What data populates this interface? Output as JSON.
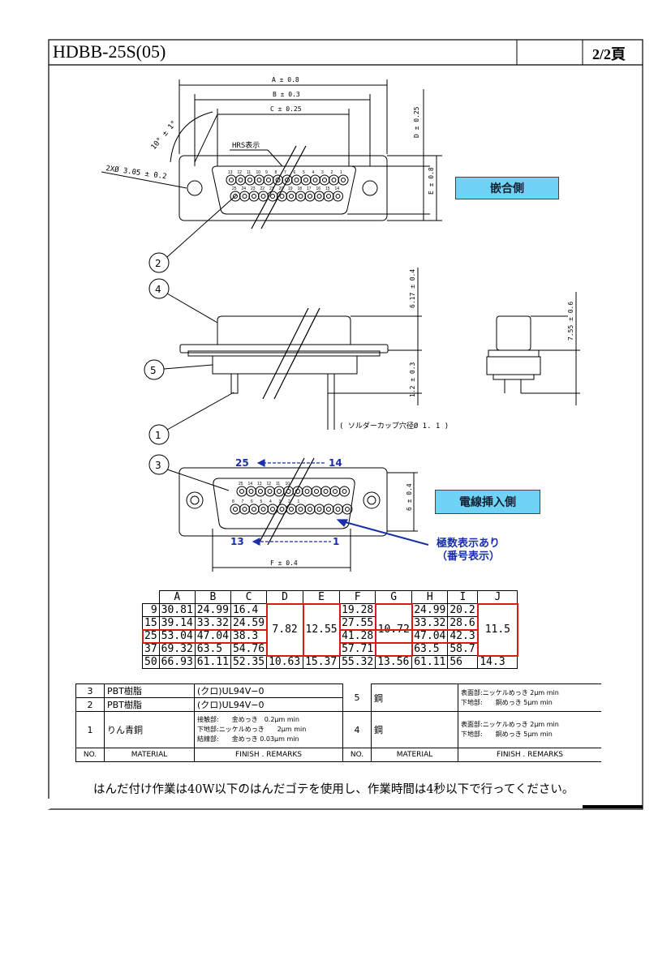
{
  "title": {
    "part_no": "HDBB-25S(05)",
    "page": "2/2頁"
  },
  "drawing": {
    "dim_a": "A ± 0.8",
    "dim_b": "B ± 0.3",
    "dim_c": "C ± 0.25",
    "dim_d": "D ± 0.25",
    "dim_e": "E ± 0.8",
    "dim_f": "F ± 0.4",
    "angle": "10° ± 1°",
    "hole": "2XØ 3.05 ± 0.2",
    "hrs_mark": "HRS表示",
    "height1": "6.17 ± 0.4",
    "height2": "7.55 ± 0.6",
    "height3": "1.2 ± 0.3",
    "depth": "6 ± 0.4",
    "solder_cup": "( ソルダーカップ穴径Ø 1. 1 )",
    "mating_side": "嵌合側",
    "wire_side": "電線挿入側",
    "polarity_note_1": "極数表示あり",
    "polarity_note_2": "（番号表示）",
    "pin_top_left": "25",
    "pin_top_right": "14",
    "pin_bottom_left": "13",
    "pin_bottom_right": "1",
    "callouts": [
      "1",
      "2",
      "3",
      "4",
      "5"
    ],
    "pin_numbers_front_top": [
      "13",
      "12",
      "11",
      "10",
      "9",
      "8",
      "7",
      "6",
      "5",
      "4",
      "3",
      "2",
      "1"
    ],
    "pin_numbers_front_bottom": [
      "25",
      "24",
      "23",
      "22",
      "21",
      "20",
      "19",
      "18",
      "17",
      "16",
      "15",
      "14"
    ],
    "pin_numbers_back_top": [
      "25",
      "14",
      "13",
      "12",
      "11",
      "10"
    ],
    "pin_numbers_back_bottom": [
      "8",
      "7",
      "6",
      "5",
      "4",
      "3",
      "2",
      "1"
    ]
  },
  "dimension_table": {
    "headers": [
      "",
      "A",
      "B",
      "C",
      "D",
      "E",
      "F",
      "G",
      "H",
      "I",
      "J"
    ],
    "rows": [
      {
        "n": "9",
        "A": "30.81",
        "B": "24.99",
        "C": "16.4",
        "F": "19.28",
        "H": "24.99",
        "I": "20.2"
      },
      {
        "n": "15",
        "A": "39.14",
        "B": "33.32",
        "C": "24.59",
        "F": "27.55",
        "H": "33.32",
        "I": "28.6"
      },
      {
        "n": "25",
        "A": "53.04",
        "B": "47.04",
        "C": "38.3",
        "F": "41.28",
        "H": "47.04",
        "I": "42.3"
      },
      {
        "n": "37",
        "A": "69.32",
        "B": "63.5",
        "C": "54.76",
        "F": "57.71",
        "H": "63.5",
        "I": "58.7"
      },
      {
        "n": "50",
        "A": "66.93",
        "B": "61.11",
        "C": "52.35",
        "D": "10.63",
        "E": "15.37",
        "F": "55.32",
        "G": "13.56",
        "H": "61.11",
        "I": "56",
        "J": "14.3"
      }
    ],
    "merged_D": "7.82",
    "merged_E": "12.55",
    "merged_G": "10.72",
    "merged_J": "11.5"
  },
  "material_table": {
    "left": [
      {
        "no": "3",
        "material": "PBT樹脂",
        "finish": "(クロ)UL94V−0"
      },
      {
        "no": "2",
        "material": "PBT樹脂",
        "finish": "(クロ)UL94V−0"
      },
      {
        "no": "1",
        "material": "りん青銅",
        "finish_1": "接触部:　　金めっき　0.2μm min",
        "finish_2": "下地部:ニッケルめっき　　2μm min",
        "finish_3": "結線部:　　金めっき 0.03μm min"
      }
    ],
    "right": [
      {
        "no": "5",
        "material": "鋼",
        "finish_1": "表面部:ニッケルめっき 2μm min",
        "finish_2": "下地部:　　銅めっき 5μm min"
      },
      {
        "no": "4",
        "material": "鋼",
        "finish_1": "表面部:ニッケルめっき 2μm min",
        "finish_2": "下地部:　　銅めっき 5μm min"
      }
    ],
    "footer_left": {
      "no": "NO.",
      "material": "MATERIAL",
      "finish": "FINISH . REMARKS"
    },
    "footer_right": {
      "no": "NO.",
      "material": "MATERIAL",
      "finish": "FINISH . REMARKS"
    }
  },
  "footnote": "はんだ付け作業は40W以下のはんだゴテを使用し、作業時間は4秒以下で行ってください。",
  "colors": {
    "highlight": "#d81a1a",
    "label_bg": "#6fd3f5",
    "note_blue": "#1a2fa8"
  }
}
